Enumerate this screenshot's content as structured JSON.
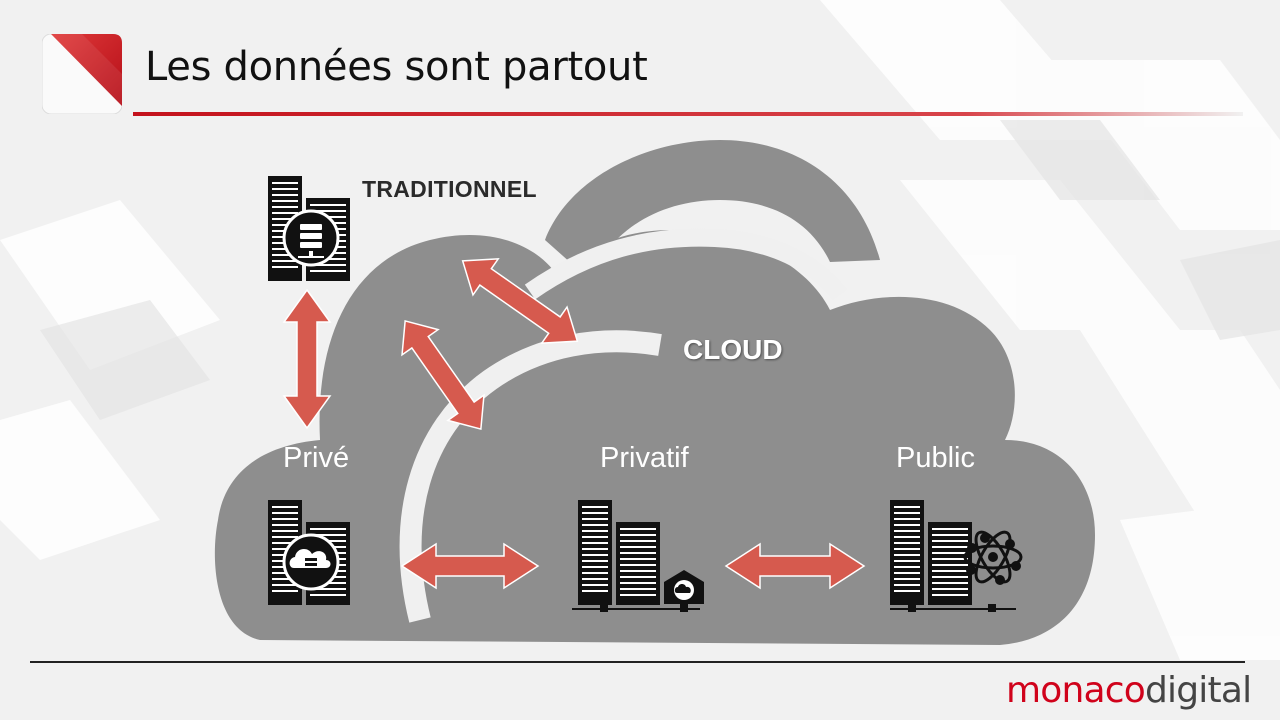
{
  "slide": {
    "title": "Les données sont partout"
  },
  "diagram": {
    "traditional_label": "TRADITIONNEL",
    "cloud_label": "CLOUD",
    "nodes": {
      "prive": "Privé",
      "privatif": "Privatif",
      "public": "Public"
    }
  },
  "brand": {
    "part1": "monaco",
    "part2": "digital"
  },
  "colors": {
    "arrow": "#d65a4e",
    "cloud": "#8c8c8c",
    "accent": "#d0021b"
  }
}
